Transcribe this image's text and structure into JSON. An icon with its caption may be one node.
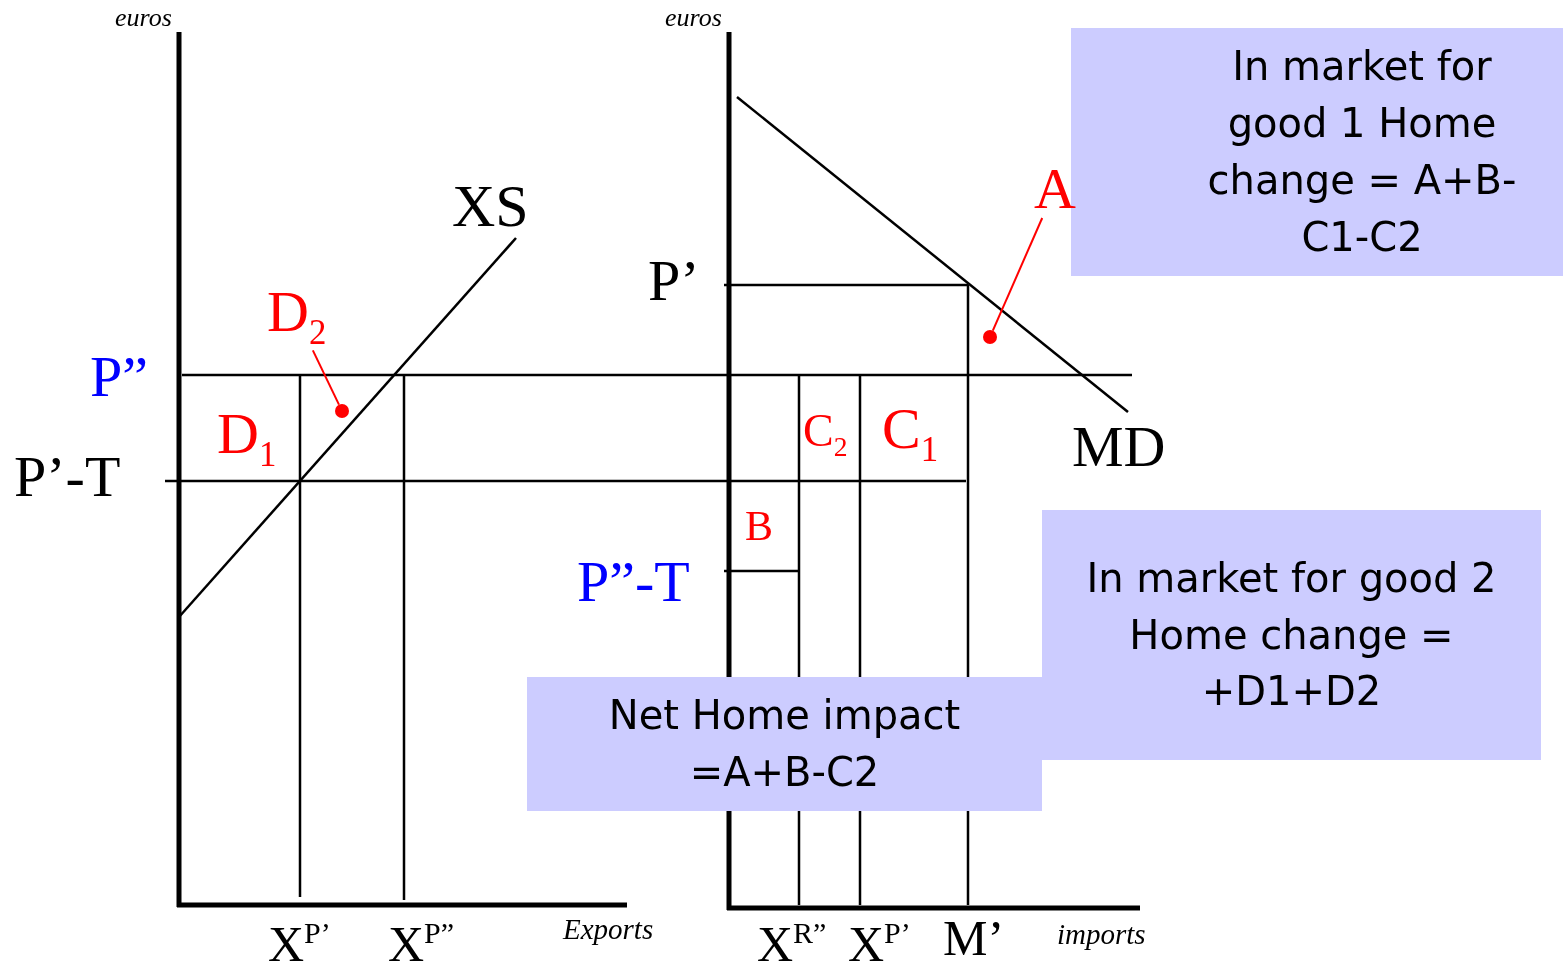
{
  "diagram": {
    "nodes": [
      {
        "text": [
          "In market for good 1 Home change = A+B-C1-C2"
        ]
      },
      {
        "text": [
          "In market for good 2 Home change = +D1+D2"
        ]
      },
      {
        "text": [
          "Net Home impact =A+B-C2"
        ]
      },
      {
        "text": [
          "D$_{2}$"
        ]
      },
      {
        "text": [],
        "shape": "circle"
      },
      {
        "text": [
          "A"
        ]
      },
      {
        "text": [],
        "shape": "circle"
      }
    ],
    "edges": [
      {
        "from": 3,
        "to": 4,
        "arrow": "none"
      },
      {
        "from": 5,
        "to": 6,
        "arrow": "none"
      }
    ],
    "labels": [
      "euros",
      "euros",
      "XS",
      "P’",
      "P”",
      "D$_{1}$",
      "P’-T",
      "C$_{2}$",
      "C$_{1}$",
      "MD",
      "B",
      "P”-T",
      "X$^{P’}$",
      "X$^{P”}$",
      "Exports",
      "X$^{R”}$",
      "X$^{P’}$",
      "M’",
      "imports"
    ]
  }
}
